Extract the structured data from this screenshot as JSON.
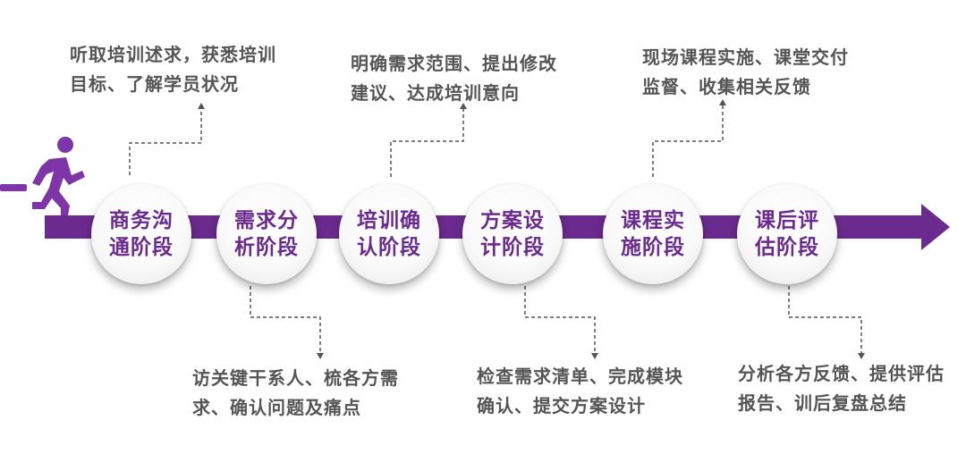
{
  "colors": {
    "arrow": "#6a2a8e",
    "runner": "#7d35a8",
    "stage_text": "#6a2a8e",
    "note_text": "#555555",
    "connector": "#555555"
  },
  "icon": "running-person-icon",
  "stages": [
    {
      "label": "商务沟通阶段",
      "note": "听取培训述求，获悉培训目标、了解学员状况",
      "note_position": "top"
    },
    {
      "label": "需求分析阶段",
      "note": "访关键干系人、梳各方需求、确认问题及痛点",
      "note_position": "bottom"
    },
    {
      "label": "培训确认阶段",
      "note": "明确需求范围、提出修改建议、达成培训意向",
      "note_position": "top"
    },
    {
      "label": "方案设计阶段",
      "note": "检查需求清单、完成模块确认、提交方案设计",
      "note_position": "bottom"
    },
    {
      "label": "课程实施阶段",
      "note": "现场课程实施、课堂交付监督、收集相关反馈",
      "note_position": "top"
    },
    {
      "label": "课后评估阶段",
      "note": "分析各方反馈、提供评估报告、训后复盘总结",
      "note_position": "bottom"
    }
  ]
}
